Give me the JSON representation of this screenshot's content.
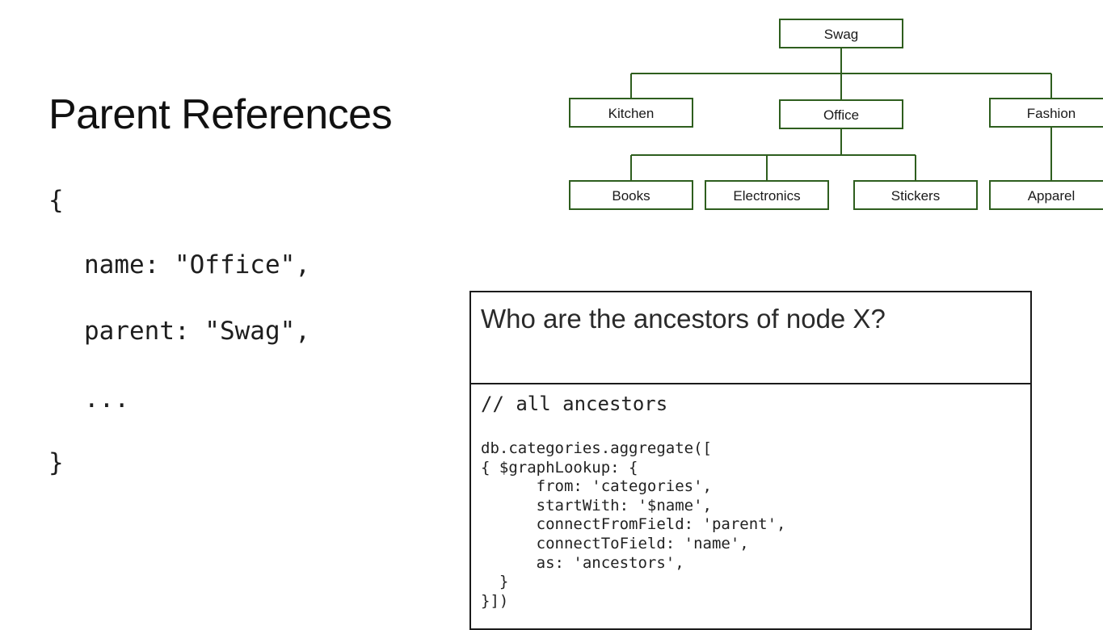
{
  "slide": {
    "title": "Parent References",
    "document_lines": [
      "{",
      "name: \"Office\",",
      "parent: \"Swag\",",
      "...",
      "}"
    ]
  },
  "tree": {
    "line_color": "#2e5e1e",
    "nodes": {
      "swag": "Swag",
      "kitchen": "Kitchen",
      "office": "Office",
      "fashion": "Fashion",
      "books": "Books",
      "electronics": "Electronics",
      "stickers": "Stickers",
      "apparel": "Apparel"
    }
  },
  "query": {
    "question": "Who are the ancestors of node X?",
    "comment": "// all ancestors",
    "code_lines": [
      "db.categories.aggregate([",
      "{ $graphLookup: {",
      "      from: 'categories',",
      "      startWith: '$name',",
      "      connectFromField: 'parent',",
      "      connectToField: 'name',",
      "      as: 'ancestors',",
      "  }",
      "}])"
    ]
  }
}
